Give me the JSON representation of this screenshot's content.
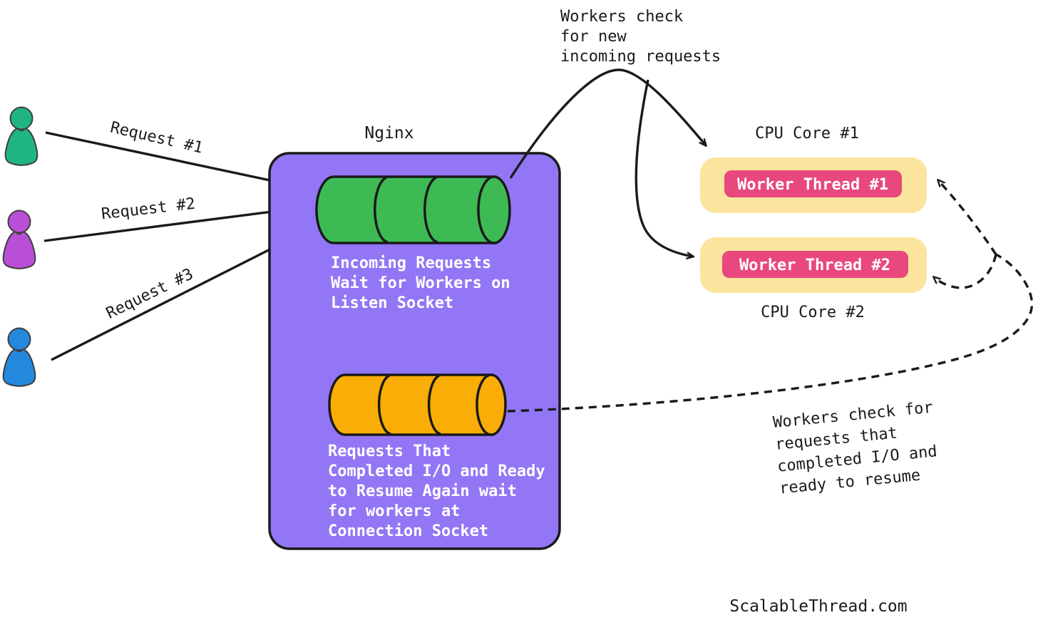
{
  "colors": {
    "nginx_box": "#9376f5",
    "listen_cylinder": "#3eba55",
    "connection_cylinder": "#f9ad06",
    "cpu_core_box": "#fbe59e",
    "worker_thread_box": "#e8487d",
    "person_1": "#1fb583",
    "person_2": "#b94fd6",
    "person_3": "#2488dd",
    "line": "#1a1a1a"
  },
  "clients": [
    {
      "label": "Request #1"
    },
    {
      "label": "Request #2"
    },
    {
      "label": "Request #3"
    }
  ],
  "nginx": {
    "title": "Nginx",
    "listen_caption": [
      "Incoming Requests",
      "Wait for Workers on",
      "Listen Socket"
    ],
    "connection_caption": [
      "Requests That",
      "Completed I/O and Ready",
      "to Resume Again wait",
      "for workers at",
      "Connection Socket"
    ]
  },
  "annotations": {
    "workers_check_new": [
      "Workers check",
      "for new",
      "incoming requests"
    ],
    "workers_check_io": [
      "Workers check for",
      "requests that",
      "completed I/O and",
      "ready to resume"
    ]
  },
  "cpu_cores": [
    {
      "label": "CPU Core #1",
      "thread": "Worker Thread #1"
    },
    {
      "label": "CPU Core #2",
      "thread": "Worker Thread #2"
    }
  ],
  "footer": {
    "site": "ScalableThread.com"
  }
}
